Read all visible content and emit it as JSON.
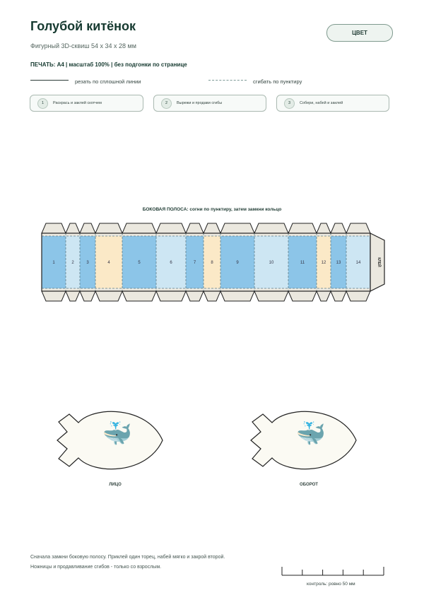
{
  "header": {
    "title": "Голубой китёнок",
    "subtitle": "Фигурный 3D-сквиш 54 х 34 х 28 мм",
    "color_button": "ЦВЕТ",
    "print_info": "ПЕЧАТЬ: А4 | масштаб 100% | без подгонки по странице"
  },
  "legend": {
    "cut": "резать по сплошной линии",
    "fold": "сгибать по пунктиру"
  },
  "steps": [
    {
      "num": "1",
      "label": "Раскрась и заклей скотчем"
    },
    {
      "num": "2",
      "label": "Вырежи и продави сгибы"
    },
    {
      "num": "3",
      "label": "Собери, набей и заклей"
    }
  ],
  "strip": {
    "title": "БОКОВАЯ ПОЛОСА: согни по пунктиру, затем замкни кольцо",
    "glue_label": "КЛЕЙ",
    "segments": [
      {
        "n": "1",
        "color": "#8cc5e8"
      },
      {
        "n": "2",
        "color": "#cde6f3"
      },
      {
        "n": "3",
        "color": "#8cc5e8"
      },
      {
        "n": "4",
        "color": "#fbe9c7"
      },
      {
        "n": "5",
        "color": "#8cc5e8"
      },
      {
        "n": "6",
        "color": "#cde6f3"
      },
      {
        "n": "7",
        "color": "#8cc5e8"
      },
      {
        "n": "8",
        "color": "#fbe9c7"
      },
      {
        "n": "9",
        "color": "#8cc5e8"
      },
      {
        "n": "10",
        "color": "#cde6f3"
      },
      {
        "n": "11",
        "color": "#8cc5e8"
      },
      {
        "n": "12",
        "color": "#fbe9c7"
      },
      {
        "n": "13",
        "color": "#8cc5e8"
      },
      {
        "n": "14",
        "color": "#cde6f3"
      }
    ]
  },
  "pieces": {
    "front_label": "ЛИЦО",
    "back_label": "ОБОРОТ",
    "icon": "🐳"
  },
  "notes": {
    "line1": "Сначала замкни боковую полосу. Приклей один торец, набей мягко и закрой второй.",
    "line2": "Ножницы и продавливание сгибов - только со взрослым."
  },
  "ruler": {
    "label": "контроль: ровно 50 мм"
  },
  "colors": {
    "blue": "#8cc5e8",
    "light_blue": "#cde6f3",
    "cream": "#fbe9c7",
    "tab": "#ebe8df",
    "piece_fill": "#fbfaf3"
  }
}
